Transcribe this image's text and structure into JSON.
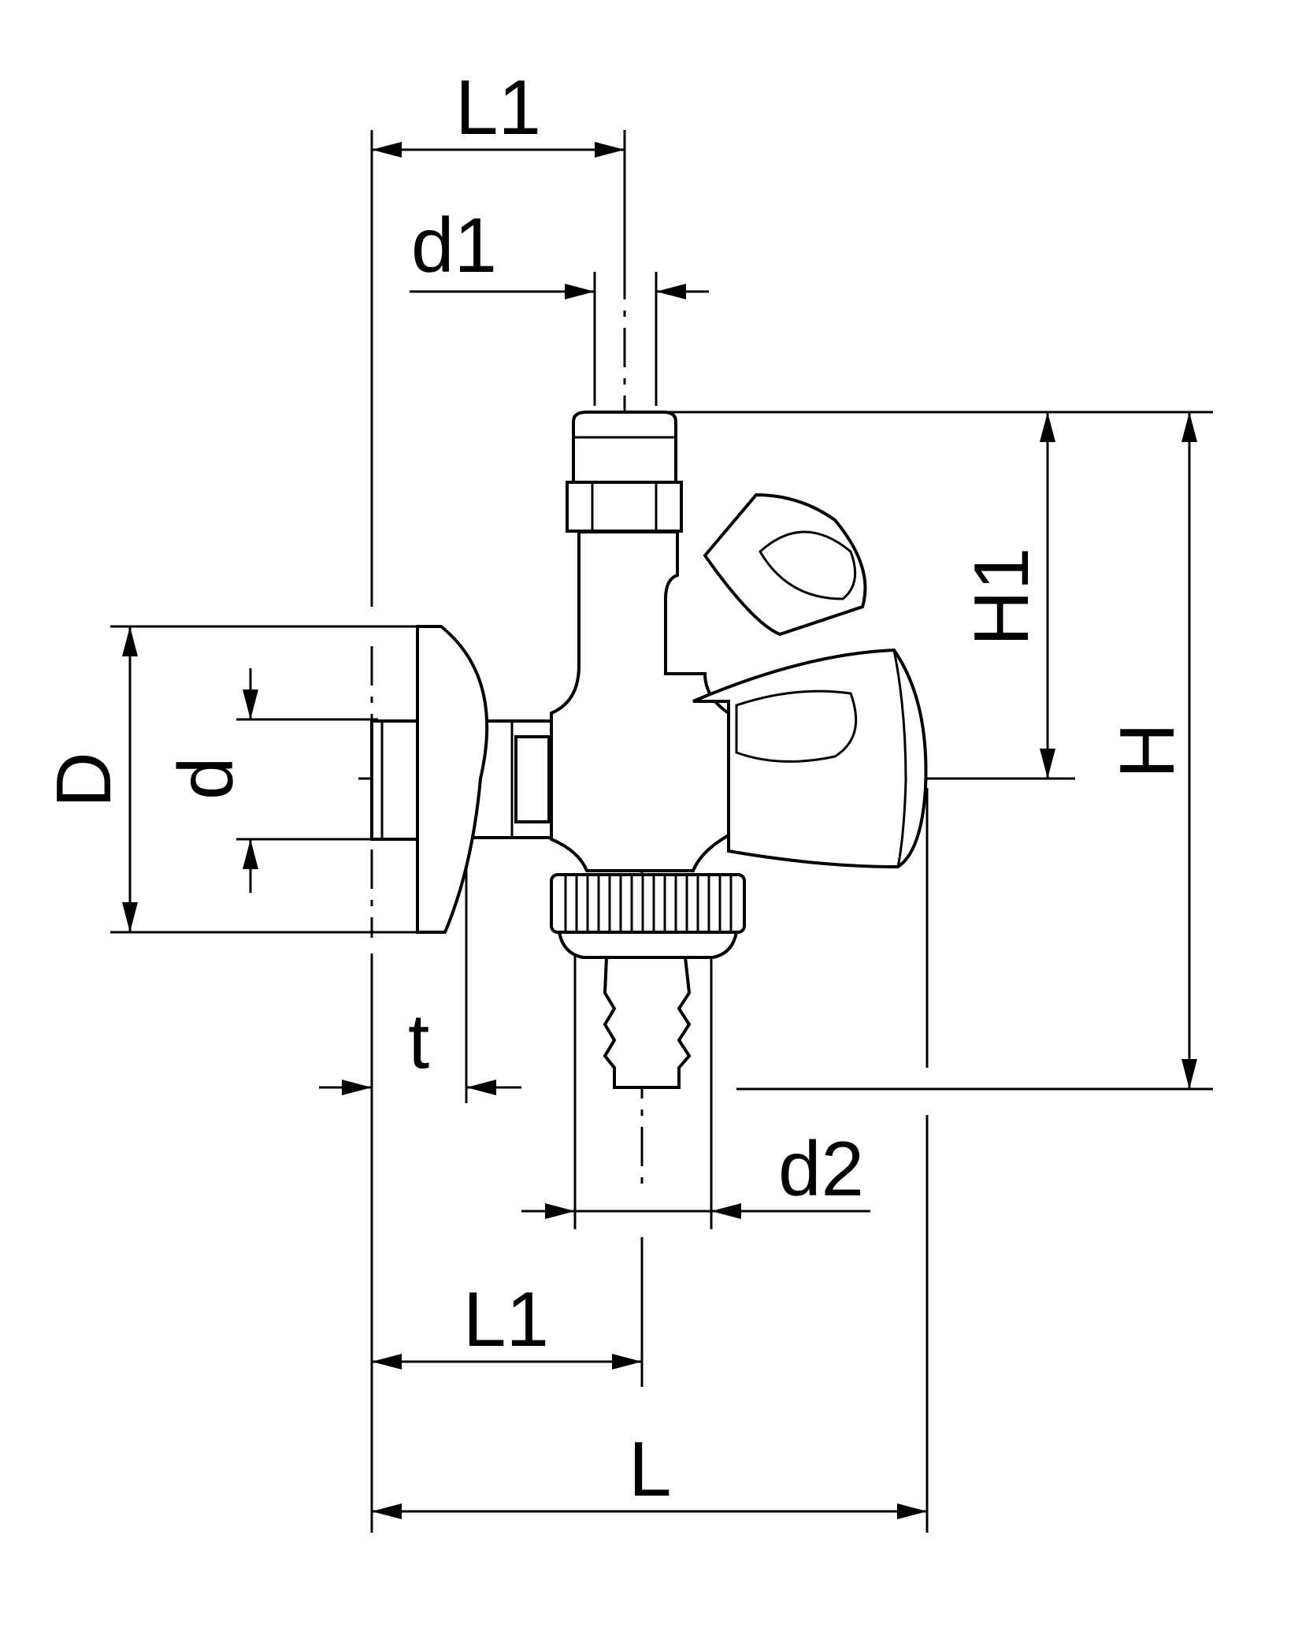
{
  "labels": {
    "L1_top": "L1",
    "d1": "d1",
    "H1": "H1",
    "H": "H",
    "D": "D",
    "d": "d",
    "t": "t",
    "d2": "d2",
    "L1_bottom": "L1",
    "L": "L"
  }
}
